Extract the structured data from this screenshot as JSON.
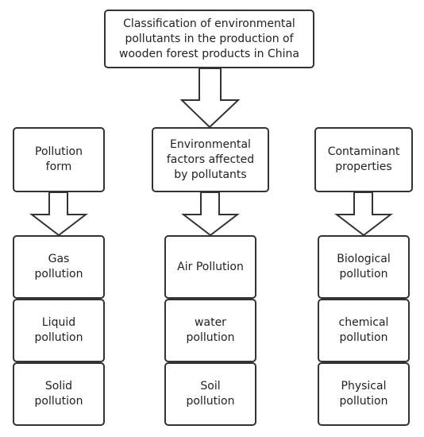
{
  "root": {
    "label": "Classification of environmental\npollutants in the production of\nwooden forest products in China"
  },
  "columns": [
    {
      "heading": "Pollution\nform",
      "items": [
        "Gas\npollution",
        "Liquid\npollution",
        "Solid\npollution"
      ]
    },
    {
      "heading": "Environmental\nfactors affected\nby pollutants",
      "items": [
        "Air Pollution",
        "water\npollution",
        "Soil\npollution"
      ]
    },
    {
      "heading": "Contaminant\nproperties",
      "items": [
        "Biological\npollution",
        "chemical\npollution",
        "Physical\npollution"
      ]
    }
  ],
  "colors": {
    "stroke": "#333333",
    "text": "#222222",
    "background": "#ffffff"
  }
}
